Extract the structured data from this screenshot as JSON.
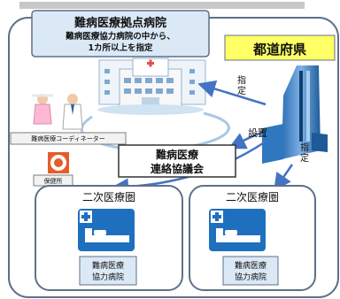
{
  "hub_hospital": {
    "title": "難病医療拠点病院",
    "line1": "難病医療協力病院の中から、",
    "line2": "1カ所以上を指定"
  },
  "prefecture": {
    "label": "都道府県"
  },
  "arrows": {
    "designate_top": "指定",
    "setup": "設置",
    "designate_right": "指定"
  },
  "coordinator": {
    "label": "難病医療コーディネーター"
  },
  "health_center": {
    "label": "保健所"
  },
  "council": {
    "line1": "難病医療",
    "line2": "連絡協議会"
  },
  "regions": [
    {
      "title": "二次医療圏",
      "hospital_line1": "難病医療",
      "hospital_line2": "協力病院"
    },
    {
      "title": "二次医療圏",
      "hospital_line1": "難病医療",
      "hospital_line2": "協力病院"
    }
  ],
  "colors": {
    "frame": "#5d7089",
    "hub_box": "#dbe9f6",
    "prefecture_box": "#ffff66",
    "arrow": "#4472c4",
    "bed_icon": "#1f6fbf",
    "hospital_label_box": "#dbe9f6"
  }
}
